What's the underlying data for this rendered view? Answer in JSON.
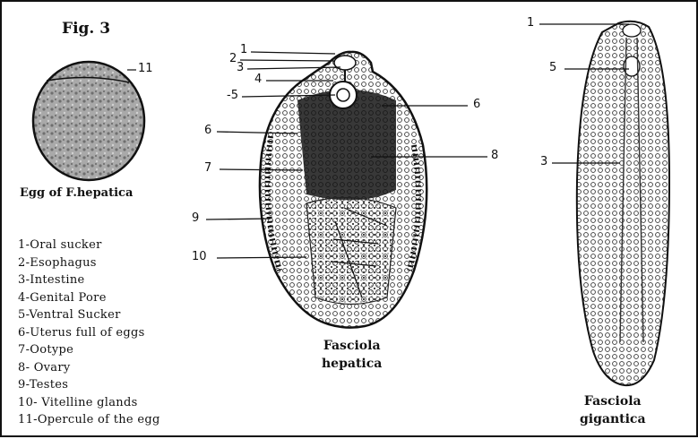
{
  "figure": {
    "title": "Fig. 3",
    "egg_caption": "Egg of F.hepatica",
    "hepatica_caption_line1": "Fasciola",
    "hepatica_caption_line2": "hepatica",
    "gigantica_caption_line1": "Fasciola",
    "gigantica_caption_line2": "gigantica"
  },
  "egg_labels": {
    "opercule": "11"
  },
  "hepatica_labels": {
    "l1": "1",
    "l2": "2",
    "l3": "3",
    "l4": "4",
    "l5": "-5",
    "l6_left": "6",
    "l6_right": "6",
    "l7": "7",
    "l8": "8",
    "l9": "9",
    "l10": "10"
  },
  "gigantica_labels": {
    "l1": "1",
    "l5": "5",
    "l3": "3"
  },
  "legend": [
    "1-Oral sucker",
    "2-Esophagus",
    "3-Intestine",
    "4-Genital Pore",
    "5-Ventral Sucker",
    "6-Uterus full of eggs",
    "7-Ootype",
    "8- Ovary",
    "9-Testes",
    "10- Vitelline glands",
    "11-Opercule of the egg"
  ]
}
